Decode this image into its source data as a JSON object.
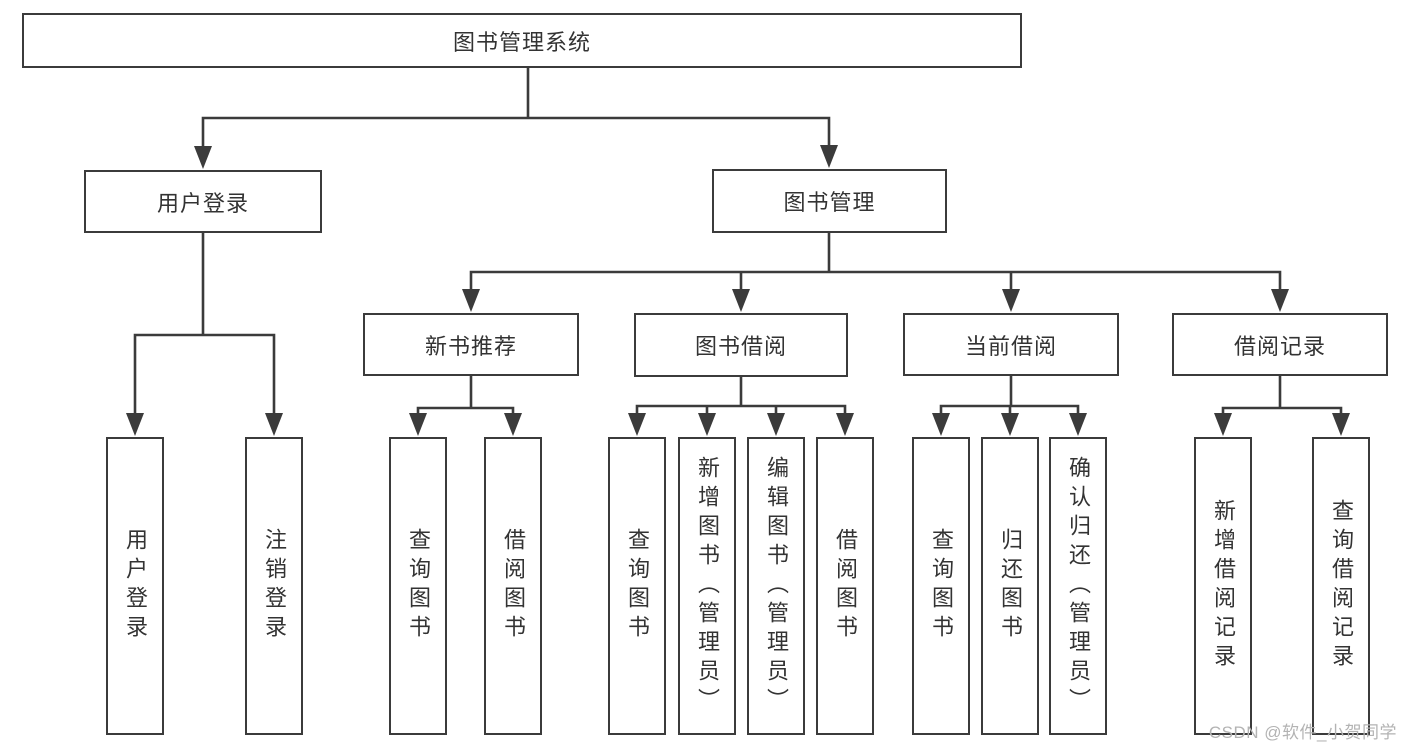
{
  "diagram": {
    "title": "图书管理系统",
    "nodes": {
      "root": "图书管理系统",
      "l2_user_login": "用户登录",
      "l2_book_mgmt": "图书管理",
      "l3_new_book": "新书推荐",
      "l3_book_borrow": "图书借阅",
      "l3_current_borrow": "当前借阅",
      "l3_borrow_records": "借阅记录",
      "l4_user_login": "用户登录",
      "l4_logout": "注销登录",
      "l4_nb_query_book": "查询图书",
      "l4_nb_borrow_book": "借阅图书",
      "l4_bb_query_book": "查询图书",
      "l4_bb_add_book_admin": "新增图书（管理员）",
      "l4_bb_edit_book_admin": "编辑图书（管理员）",
      "l4_bb_borrow_book": "借阅图书",
      "l4_cur_query_book": "查询图书",
      "l4_cur_return_book": "归还图书",
      "l4_cur_confirm_return_admin": "确认归还（管理员）",
      "l4_rec_add_record": "新增借阅记录",
      "l4_rec_query_record": "查询借阅记录"
    },
    "colors": {
      "line": "#3b3b3b",
      "text": "#333333",
      "watermark": "#b3b3b3",
      "background": "#ffffff"
    }
  },
  "watermark": "CSDN @软件_小贺同学"
}
